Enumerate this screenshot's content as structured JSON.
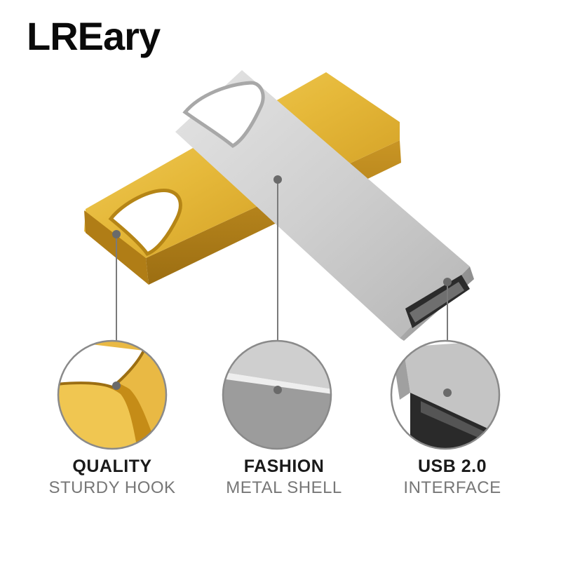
{
  "brand": "LREary",
  "features": [
    {
      "title": "QUALITY",
      "subtitle": "STURDY HOOK"
    },
    {
      "title": "FASHION",
      "subtitle": "METAL SHELL"
    },
    {
      "title": "USB 2.0",
      "subtitle": "INTERFACE"
    }
  ],
  "colors": {
    "gold": "#d9a82a",
    "silver": "#c9c9c9",
    "callout_line": "#7a7a7a",
    "title_text": "#1a1a1a",
    "subtitle_text": "#777777"
  }
}
